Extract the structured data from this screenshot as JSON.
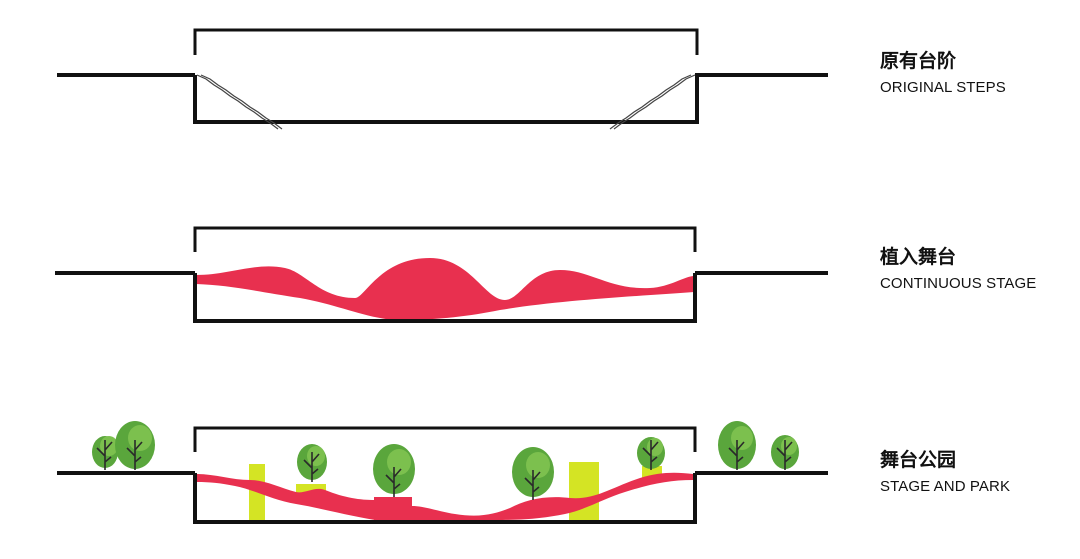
{
  "stages": [
    {
      "title_cn": "原有台阶",
      "title_en": "ORIGINAL STEPS"
    },
    {
      "title_cn": "植入舞台",
      "title_en": "CONTINUOUS STAGE"
    },
    {
      "title_cn": "舞台公园",
      "title_en": "STAGE AND PARK"
    }
  ],
  "colors": {
    "line": "#111111",
    "stage": "#e8304f",
    "block": "#d4e424",
    "foliage": "#5aa63c",
    "foliage_light": "#7cc04e"
  },
  "icons": {
    "tree": "tree-icon"
  }
}
